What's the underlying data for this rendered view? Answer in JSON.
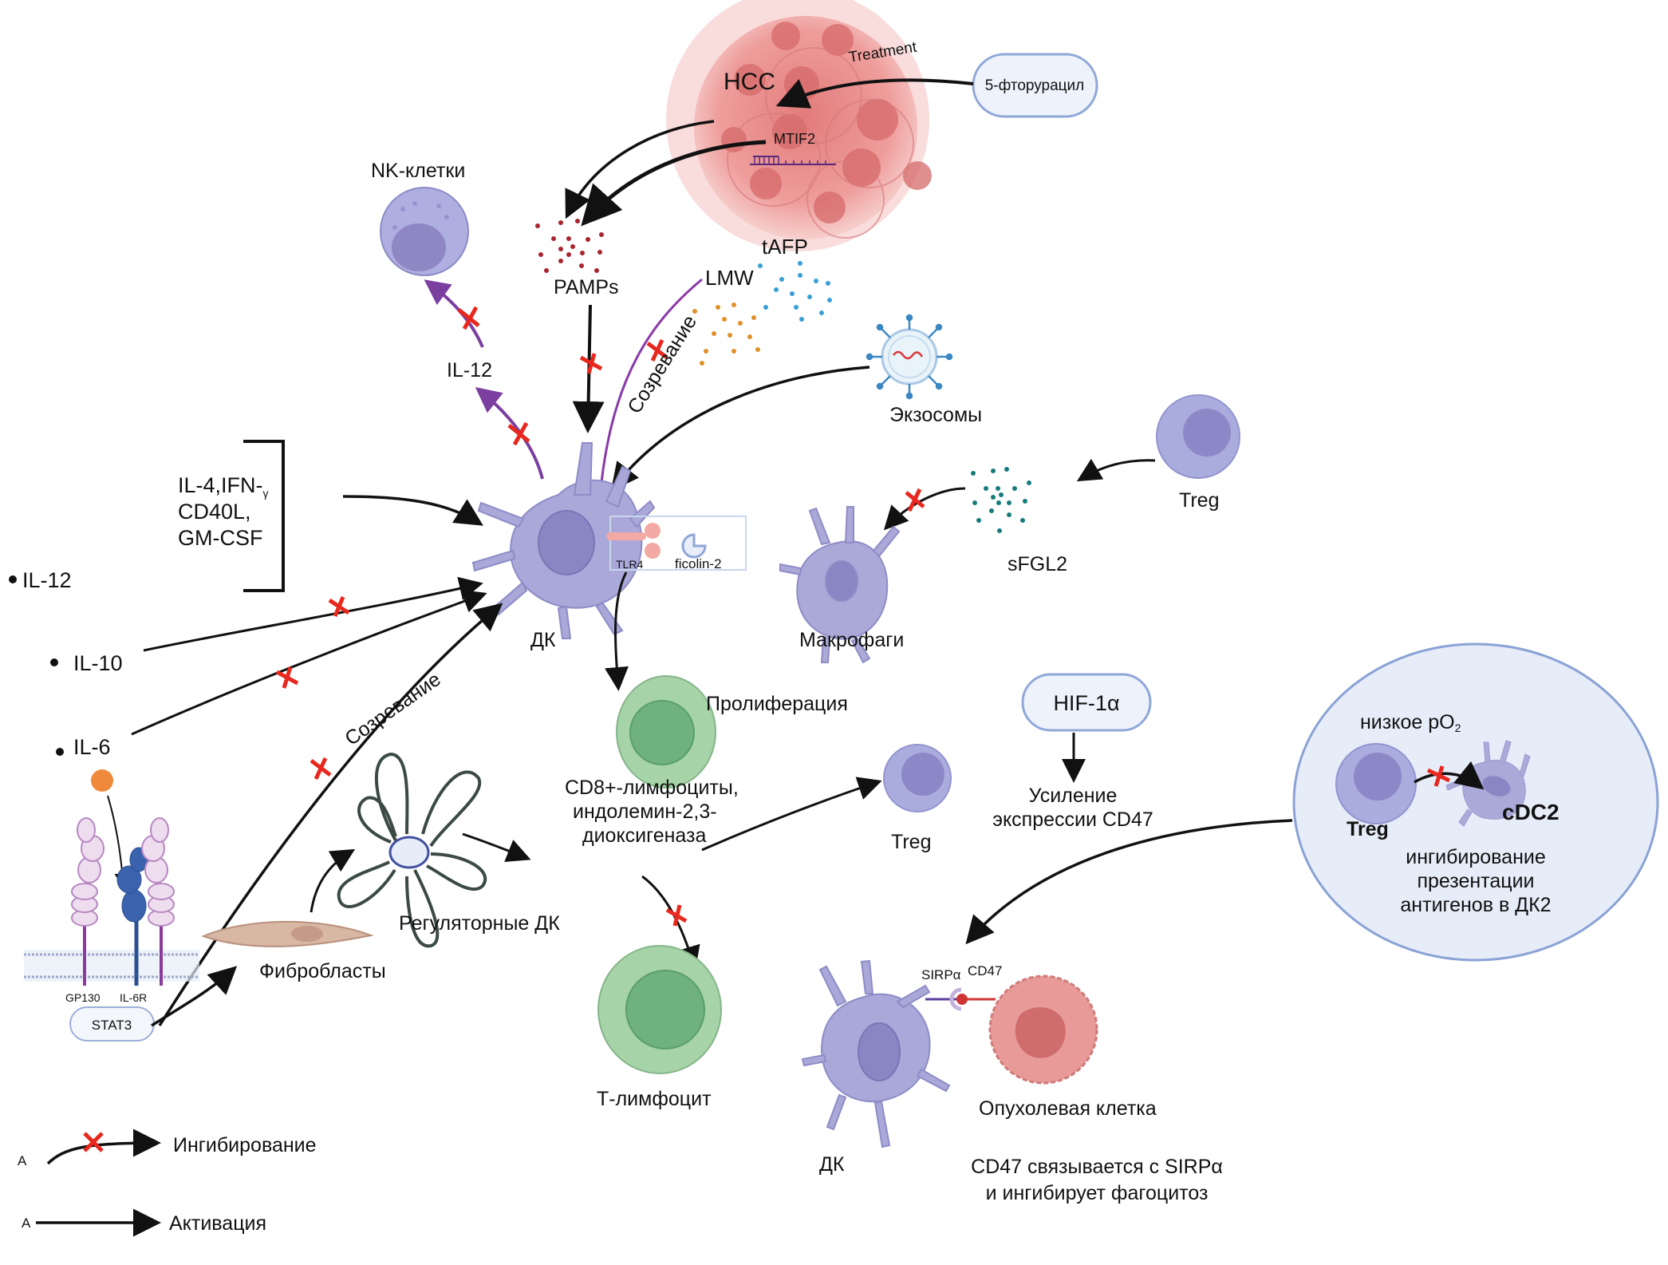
{
  "title": "Механизмы подавления дендритных клеток при гепатоцеллюлярной карциноме",
  "colors": {
    "activation_arrow": "#111111",
    "inhibition_mark": "#e8281e",
    "il12_arrow": "#7b3fa0",
    "maturation_line": "#8a3aa8",
    "dc_cell": "#a9a8d9",
    "dc_nucleus": "#8a86c4",
    "t_cell": "#a6d3a8",
    "t_nucleus": "#6fb17f",
    "treg_cell": "#abacde",
    "treg_nucleus": "#8c87c7",
    "tumor_cell": "#e89a98",
    "tumor_nucleus": "#cf6d6c",
    "pamps_dots": "#a8252f",
    "tafp_dots": "#3a9fd6",
    "lmw_dots": "#e0912a",
    "sfgl2_dots": "#187b7b",
    "pill_border": "#8fa7d8",
    "pill_fill": "#eef3fb",
    "hypoxia_circle": "#e6ecf8"
  },
  "tumor": {
    "label": "HCC",
    "gene": "MTIF2",
    "treatment_label": "Treatment",
    "drug": "5-фторурацил"
  },
  "secreted": {
    "pamps": "PAMPs",
    "tafp": "tAFP",
    "lmw": "LMW",
    "exosomes": "Экзосомы",
    "sfgl2": "sFGL2"
  },
  "cells": {
    "nk": "NK-клетки",
    "dc_center": "ДК",
    "treg_top": "Treg",
    "macrophages": "Макрофаги",
    "proliferation": "Пролиферация",
    "cd8_text": [
      "CD8+-лимфоциты,",
      "индолемин-2,3-",
      "диоксигеназа"
    ],
    "treg_mid": "Treg",
    "t_lymph": "Т-лимфоцит",
    "regulatory_dc": "Регуляторные ДК",
    "fibroblasts": "Фибробласты",
    "dc_bottom": "ДК",
    "tumor_cell": "Опухолевая клетка"
  },
  "receptors": {
    "tlr4": "TLR4",
    "ficolin": "ficolin-2",
    "gp130": "GP130",
    "il6r": "IL-6R",
    "stat3": "STAT3",
    "sirpa": "SIRPα",
    "cd47": "CD47"
  },
  "cytokines": {
    "il12_top": "IL-12",
    "group_line1": "IL-4,IFN-",
    "group_gamma": "γ",
    "group_line2": "CD40L,",
    "group_line3": "GM-CSF",
    "il12_left": "IL-12",
    "il10": "IL-10",
    "il6": "IL-6"
  },
  "processes": {
    "maturation_top": "Созревание",
    "maturation_bottom": "Созревание",
    "hif": "HIF-1α",
    "cd47_up": [
      "Усиление",
      "экспрессии CD47"
    ],
    "cd47_binding": [
      "CD47 связывается с SIRPα",
      "и ингибирует фагоцитоз"
    ]
  },
  "hypoxia": {
    "low_po2": "низкое pO",
    "sub2": "2",
    "treg": "Treg",
    "cdc2": "cDC2",
    "text": [
      "ингибирование",
      "презентации",
      "антигенов в ДК2"
    ]
  },
  "legend": {
    "inhibition": {
      "marker": "A",
      "label": "Ингибирование"
    },
    "activation": {
      "marker": "A",
      "label": "Активация"
    }
  }
}
